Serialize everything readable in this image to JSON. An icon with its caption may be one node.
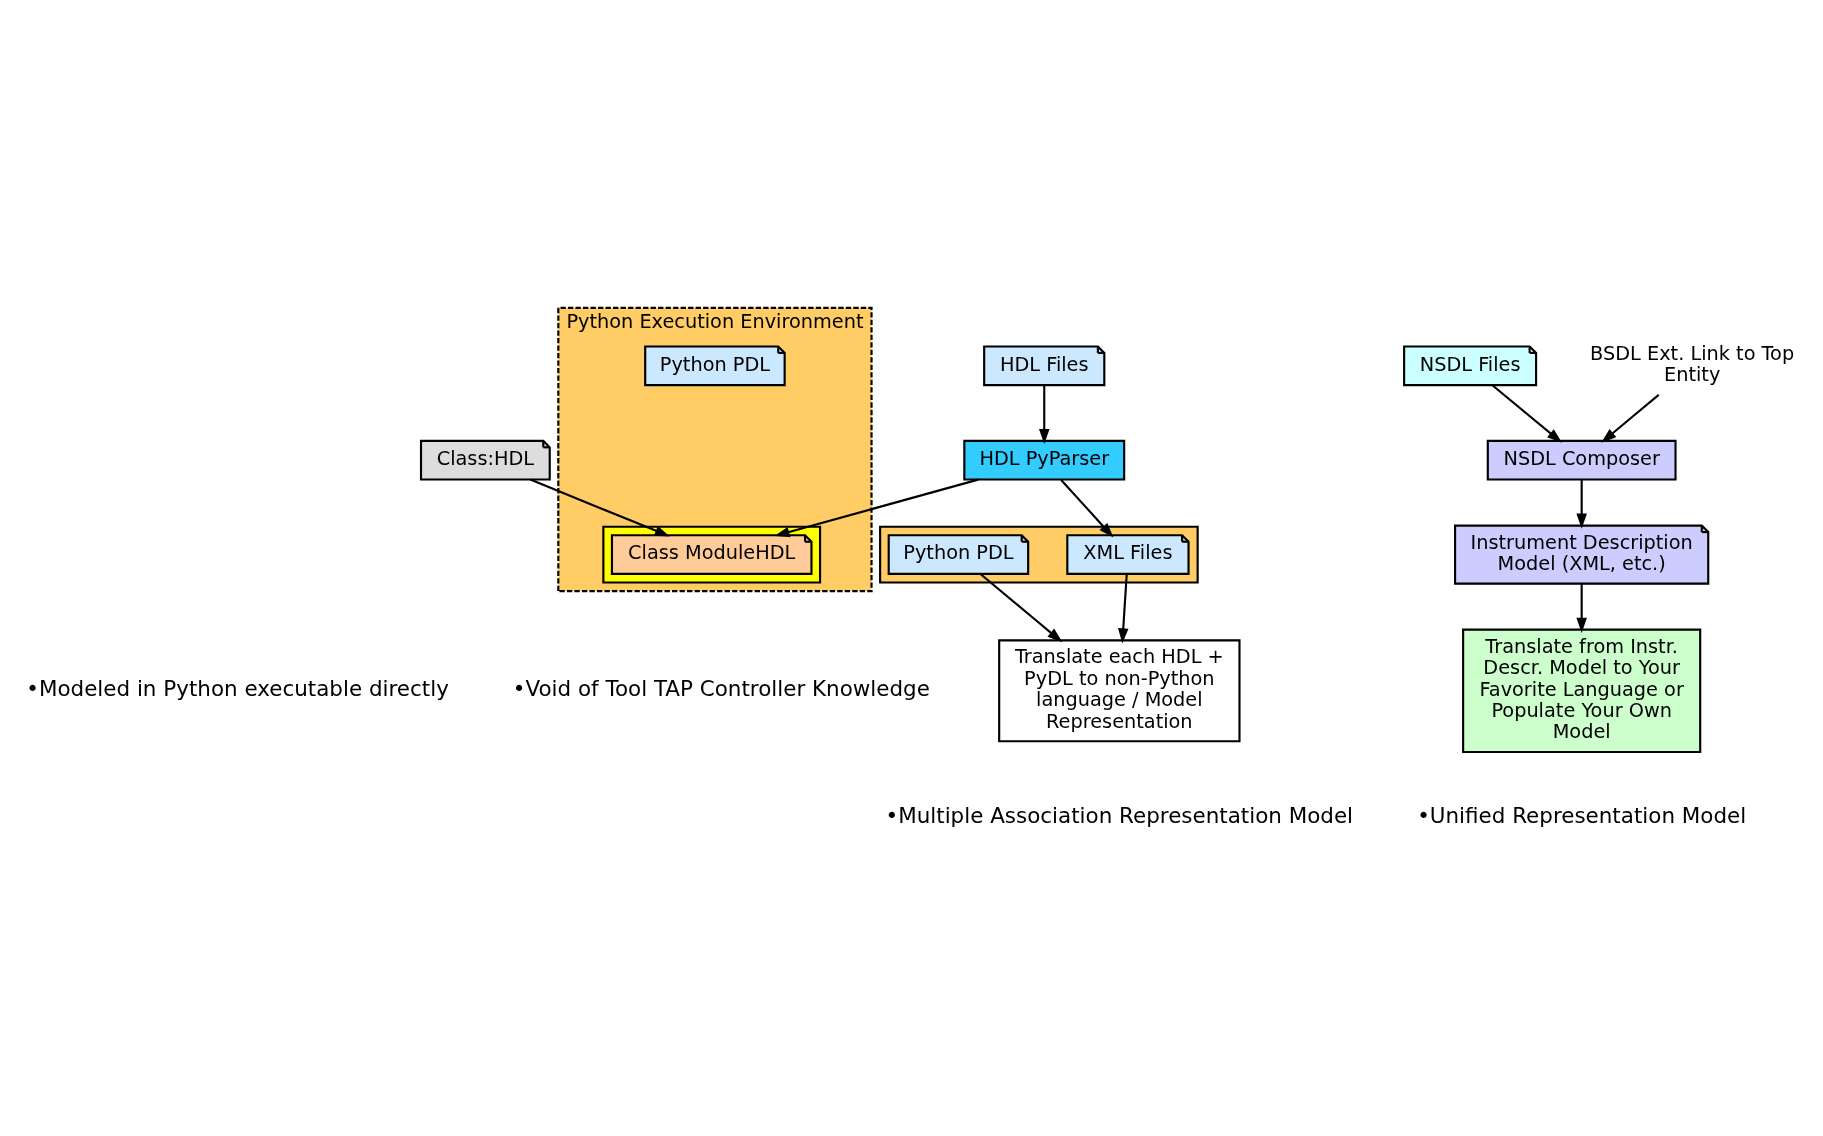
{
  "diagram": {
    "nodes": [
      {
        "text": [
          "Class:HDL"
        ]
      },
      {
        "text": [
          "HDL Files"
        ]
      },
      {
        "text": [
          "HDL PyParser"
        ]
      },
      {
        "text": [],
        "shape": "box"
      },
      {
        "text": [
          "XML Files"
        ],
        "in": 3
      },
      {
        "text": [
          "Python PDL"
        ],
        "in": 3
      },
      {
        "text": [
          "Translate each HDL + PyDL to non-Python language / Model Representation"
        ]
      },
      {
        "text": [
          "Python Execution Environment"
        ]
      },
      {
        "text": [],
        "shape": "box",
        "in": 7
      },
      {
        "text": [
          "Class ModuleHDL"
        ],
        "in": 8
      },
      {
        "text": [
          "Python PDL"
        ],
        "in": 7
      },
      {
        "text": [
          "NSDL Files"
        ]
      },
      {
        "text": [
          "BSDL Ext. Link to Top Entity"
        ]
      },
      {
        "text": [
          "NSDL Composer"
        ]
      },
      {
        "text": [
          "Instrument Description Model (XML, etc.)"
        ]
      },
      {
        "text": [
          "Translate from Instr. Descr. Model to Your Favorite Language or Populate Your Own Model"
        ]
      }
    ],
    "edges": [
      {
        "from": 1,
        "to": 2,
        "arrow": "to"
      },
      {
        "from": 2,
        "to": 4,
        "arrow": "to"
      },
      {
        "from": 0,
        "to": 9,
        "arrow": "to"
      },
      {
        "from": 2,
        "to": 9,
        "arrow": "to"
      },
      {
        "from": 4,
        "to": 6,
        "arrow": "to"
      },
      {
        "from": 5,
        "to": 6,
        "arrow": "to"
      },
      {
        "from": 11,
        "to": 13,
        "arrow": "to"
      },
      {
        "from": 12,
        "to": 13,
        "arrow": "to"
      },
      {
        "from": 13,
        "to": 14,
        "arrow": "to"
      },
      {
        "from": 14,
        "to": 15,
        "arrow": "to"
      }
    ],
    "labels": [
      "•Modeled in Python executable directly",
      "•Void of Tool TAP Controller Knowledge",
      "•Multiple Association Representation Model",
      "•Unified Representation Model"
    ]
  }
}
